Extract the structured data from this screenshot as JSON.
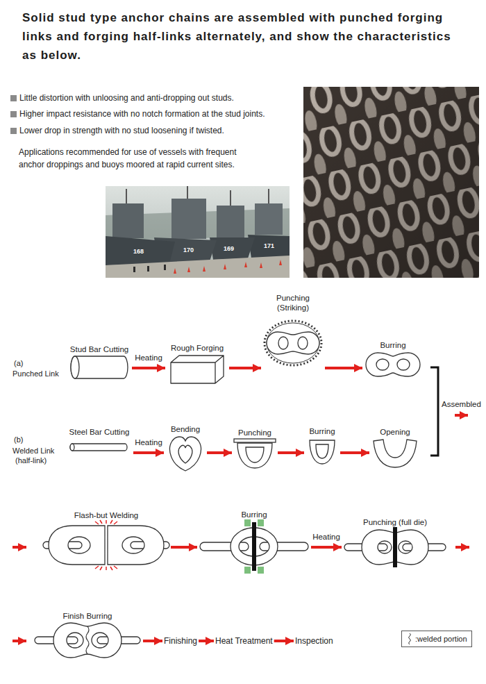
{
  "diagram": {
    "title": "Solid stud type anchor chains are assembled with punched forging links and forging half-links alternately, and show the characteristics as below.",
    "nodes": [
      {
        "text": [
          "Stud Bar Cutting"
        ]
      },
      {
        "text": [
          "Rough Forging"
        ]
      },
      {
        "text": [
          "Punching (Striking)"
        ]
      },
      {
        "text": [
          "Burring"
        ]
      },
      {
        "text": [
          "Steel Bar Cutting"
        ]
      },
      {
        "text": [
          "Bending"
        ]
      },
      {
        "text": [
          "Punching"
        ]
      },
      {
        "text": [
          "Burring"
        ]
      },
      {
        "text": [
          "Opening"
        ]
      },
      {
        "text": [
          "Flash-but Welding"
        ]
      },
      {
        "text": [
          "Burring"
        ]
      },
      {
        "text": [
          "Punching (full die)"
        ]
      },
      {
        "text": [
          "Finish Burring"
        ]
      },
      {
        "text": [
          "Finishing"
        ]
      },
      {
        "text": [
          "Heat Treatment"
        ]
      },
      {
        "text": [
          "Inspection"
        ]
      }
    ],
    "edges": [
      {
        "from": 0,
        "to": 1,
        "arrow": "to",
        "label": "Heating"
      },
      {
        "from": 1,
        "to": 2,
        "arrow": "to"
      },
      {
        "from": 2,
        "to": 3,
        "arrow": "to"
      },
      {
        "from": 4,
        "to": 5,
        "arrow": "to",
        "label": "Heating"
      },
      {
        "from": 5,
        "to": 6,
        "arrow": "to"
      },
      {
        "from": 6,
        "to": 7,
        "arrow": "to"
      },
      {
        "from": 7,
        "to": 8,
        "arrow": "to"
      },
      {
        "from": 9,
        "to": 10,
        "arrow": "to"
      },
      {
        "from": 10,
        "to": 11,
        "arrow": "to",
        "label": "Heating"
      },
      {
        "from": 12,
        "to": 13,
        "arrow": "to"
      },
      {
        "from": 13,
        "to": 14,
        "arrow": "to"
      },
      {
        "from": 14,
        "to": 15,
        "arrow": "to"
      }
    ],
    "labels": [
      "Little distortion with unloosing and anti-dropping out studs.",
      "Higher impact resistance with no notch formation at the stud joints.",
      "Lower drop in strength with no stud loosening if twisted.",
      "Applications recommended for use of vessels with frequent anchor droppings and buoys moored at rapid current sites.",
      "168",
      "170",
      "169",
      "171",
      "(a)",
      "Punched Link",
      "(b)",
      "Welded Link",
      "(half-link)",
      "Assembled"
    ],
    "legend": [
      {
        "text": ":welded portion"
      }
    ]
  }
}
